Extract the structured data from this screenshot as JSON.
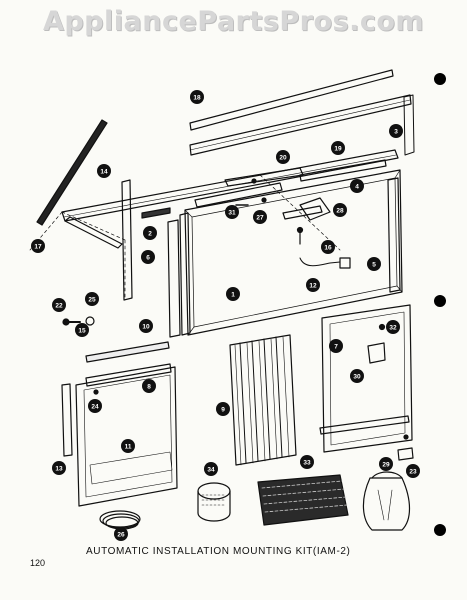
{
  "watermark": "AppliancePartsPros.com",
  "caption": "AUTOMATIC  INSTALLATION  MOUNTING  KIT(IAM-2)",
  "page_number": "120",
  "callouts": [
    "1",
    "2",
    "3",
    "4",
    "5",
    "6",
    "7",
    "8",
    "9",
    "10",
    "11",
    "12",
    "13",
    "14",
    "15",
    "16",
    "17",
    "18",
    "19",
    "20",
    "22",
    "23",
    "24",
    "25",
    "26",
    "27",
    "28",
    "29",
    "30",
    "31",
    "32",
    "33",
    "34"
  ],
  "colors": {
    "ink": "#111111",
    "paper": "#fbfbf7",
    "watermark": "#d6d6d6"
  }
}
